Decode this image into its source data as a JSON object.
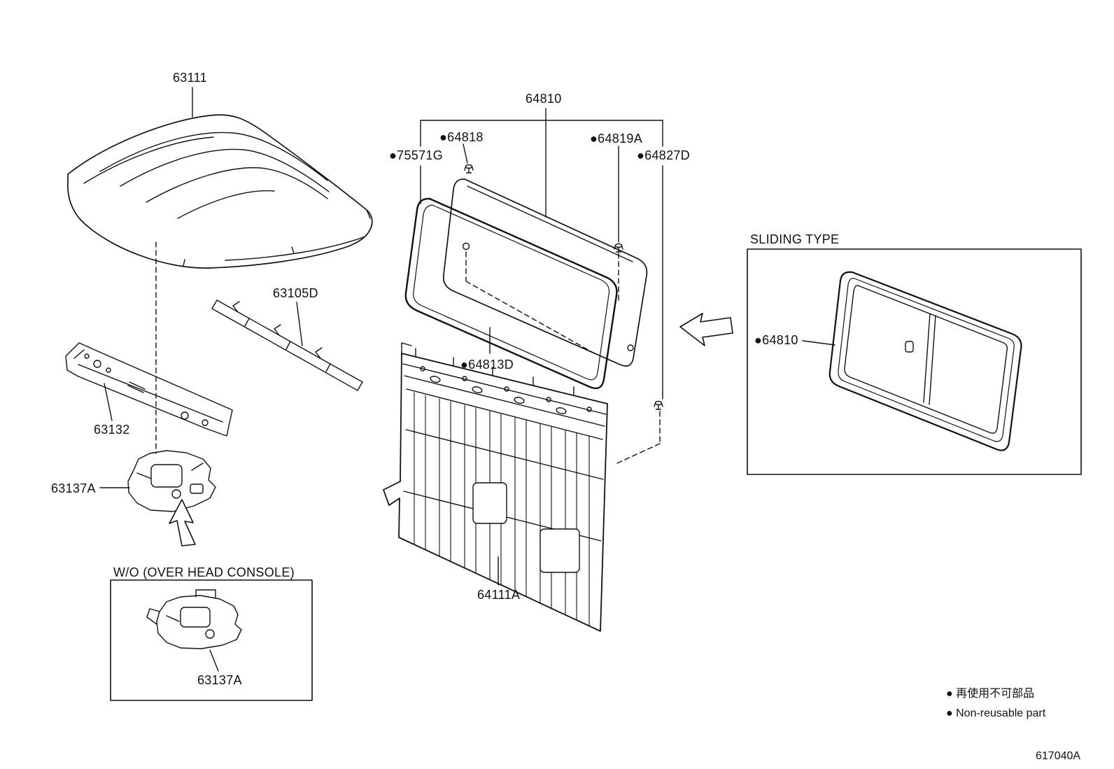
{
  "colors": {
    "ink": "#111111",
    "background": "#ffffff"
  },
  "icons": {
    "non_reusable_bullet": "●"
  },
  "labels": {
    "roof_panel": "63111",
    "back_window_assy": "64810",
    "clip_64818": "●64818",
    "molding_75571g": "●75571G",
    "clip_64819a": "●64819A",
    "clip_64827d": "●64827D",
    "spacer_64813d": "●64813D",
    "roof_reinforcement": "63105D",
    "roof_header_panel": "63132",
    "console_bracket": "63137A",
    "wo_box_title": "W/O (OVER HEAD CONSOLE)",
    "wo_box_bracket": "63137A",
    "back_panel": "64111A",
    "sliding_box_title": "SLIDING TYPE",
    "sliding_back_window": "●64810"
  },
  "legend": {
    "jp": "● 再使用不可部品",
    "en": "● Non-reusable part"
  },
  "diagram_code": "617040A"
}
